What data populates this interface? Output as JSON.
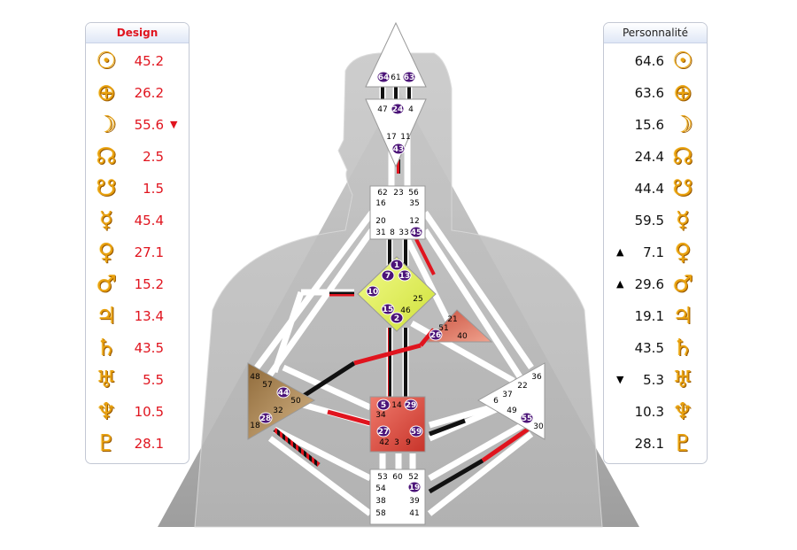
{
  "design": {
    "title": "Design",
    "rows": [
      {
        "glyph": "☉",
        "icon": "sun-icon",
        "value": "45.2",
        "arrow": ""
      },
      {
        "glyph": "⊕",
        "icon": "earth-icon",
        "value": "26.2",
        "arrow": ""
      },
      {
        "glyph": "☽",
        "icon": "moon-icon",
        "value": "55.6",
        "arrow": "▼"
      },
      {
        "glyph": "☊",
        "icon": "north-node-icon",
        "value": "2.5",
        "arrow": ""
      },
      {
        "glyph": "☋",
        "icon": "south-node-icon",
        "value": "1.5",
        "arrow": ""
      },
      {
        "glyph": "☿",
        "icon": "mercury-icon",
        "value": "45.4",
        "arrow": ""
      },
      {
        "glyph": "♀",
        "icon": "venus-icon",
        "value": "27.1",
        "arrow": ""
      },
      {
        "glyph": "♂",
        "icon": "mars-icon",
        "value": "15.2",
        "arrow": ""
      },
      {
        "glyph": "♃",
        "icon": "jupiter-icon",
        "value": "13.4",
        "arrow": ""
      },
      {
        "glyph": "♄",
        "icon": "saturn-icon",
        "value": "43.5",
        "arrow": ""
      },
      {
        "glyph": "♅",
        "icon": "uranus-icon",
        "value": "5.5",
        "arrow": ""
      },
      {
        "glyph": "♆",
        "icon": "neptune-icon",
        "value": "10.5",
        "arrow": ""
      },
      {
        "glyph": "♇",
        "icon": "pluto-icon",
        "value": "28.1",
        "arrow": ""
      }
    ]
  },
  "personality": {
    "title": "Personnalité",
    "rows": [
      {
        "glyph": "☉",
        "icon": "sun-icon",
        "value": "64.6",
        "arrow": ""
      },
      {
        "glyph": "⊕",
        "icon": "earth-icon",
        "value": "63.6",
        "arrow": ""
      },
      {
        "glyph": "☽",
        "icon": "moon-icon",
        "value": "15.6",
        "arrow": ""
      },
      {
        "glyph": "☊",
        "icon": "north-node-icon",
        "value": "24.4",
        "arrow": ""
      },
      {
        "glyph": "☋",
        "icon": "south-node-icon",
        "value": "44.4",
        "arrow": ""
      },
      {
        "glyph": "☿",
        "icon": "mercury-icon",
        "value": "59.5",
        "arrow": ""
      },
      {
        "glyph": "♀",
        "icon": "venus-icon",
        "value": "7.1",
        "arrow": "▲"
      },
      {
        "glyph": "♂",
        "icon": "mars-icon",
        "value": "29.6",
        "arrow": "▲"
      },
      {
        "glyph": "♃",
        "icon": "jupiter-icon",
        "value": "19.1",
        "arrow": ""
      },
      {
        "glyph": "♄",
        "icon": "saturn-icon",
        "value": "43.5",
        "arrow": ""
      },
      {
        "glyph": "♅",
        "icon": "uranus-icon",
        "value": "5.3",
        "arrow": "▼"
      },
      {
        "glyph": "♆",
        "icon": "neptune-icon",
        "value": "10.3",
        "arrow": ""
      },
      {
        "glyph": "♇",
        "icon": "pluto-icon",
        "value": "28.1",
        "arrow": ""
      }
    ]
  },
  "colors": {
    "design_red": "#e0141e",
    "personality_black": "#111111",
    "planet_gold": "#e9a10f",
    "gate_active": "#4b1378",
    "g_center": "#e4f25a",
    "sacral": "#d94a3a",
    "spleen": "#a6824e",
    "ego": "#d86a55"
  },
  "bodygraph": {
    "gates": {
      "g64": "64",
      "g61": "61",
      "g63": "63",
      "g47": "47",
      "g24": "24",
      "g4": "4",
      "g17": "17",
      "g11": "11",
      "g43": "43",
      "g62": "62",
      "g23": "23",
      "g56": "56",
      "g16": "16",
      "g35": "35",
      "g20": "20",
      "g12": "12",
      "g31": "31",
      "g8": "8",
      "g33": "33",
      "g45": "45",
      "g1": "1",
      "g7": "7",
      "g13": "13",
      "g10": "10",
      "g25": "25",
      "g15": "15",
      "g46": "46",
      "g2": "2",
      "g21": "21",
      "g51": "51",
      "g26": "26",
      "g40": "40",
      "g48": "48",
      "g57": "57",
      "g44": "44",
      "g50": "50",
      "g32": "32",
      "g28": "28",
      "g18": "18",
      "g5": "5",
      "g14": "14",
      "g29": "29",
      "g34": "34",
      "g27": "27",
      "g59": "59",
      "g42": "42",
      "g3": "3",
      "g9": "9",
      "g36": "36",
      "g22": "22",
      "g37": "37",
      "g6": "6",
      "g49": "49",
      "g55": "55",
      "g30": "30",
      "g53": "53",
      "g60": "60",
      "g52": "52",
      "g54": "54",
      "g19": "19",
      "g38": "38",
      "g39": "39",
      "g58": "58",
      "g41": "41"
    }
  }
}
